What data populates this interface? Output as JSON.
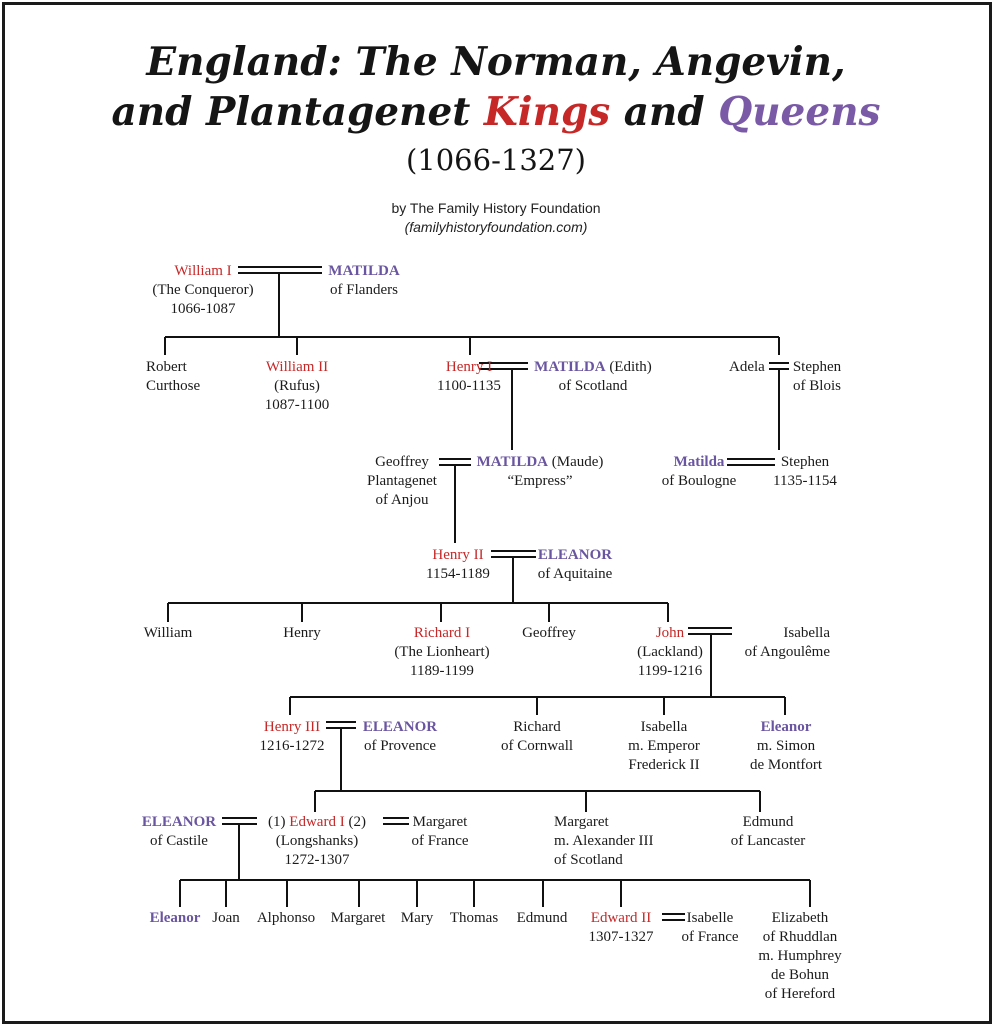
{
  "title": {
    "line1": "England: The Norman, Angevin,",
    "line2_prefix": "and Plantagenet ",
    "line2_kings": "Kings",
    "line2_mid": " and ",
    "line2_queens": "Queens",
    "years": "(1066-1327)"
  },
  "credit": {
    "by": "by The Family History Foundation",
    "site": "(familyhistoryfoundation.com)"
  },
  "colors": {
    "king": "#c62828",
    "queen": "#6a55a0",
    "text": "#1b1b1b"
  },
  "people": {
    "william1": {
      "name": "William I",
      "l2": "(The Conqueror)",
      "l3": "1066-1087"
    },
    "matilda_flanders": {
      "name": "MATILDA",
      "l2": "of Flanders"
    },
    "robert": {
      "l1": "Robert",
      "l2": "Curthose"
    },
    "william2": {
      "name": "William II",
      "l2": "(Rufus)",
      "l3": "1087-1100"
    },
    "henry1": {
      "name": "Henry I",
      "l2": "1100-1135"
    },
    "matilda_scotland": {
      "name": "MATILDA",
      "suffix": " (Edith)",
      "l2": "of Scotland"
    },
    "adela": {
      "l1": "Adela"
    },
    "stephen_blois": {
      "l1": "Stephen",
      "l2": "of Blois"
    },
    "geoffrey_anjou": {
      "l1": "Geoffrey",
      "l2": "Plantagenet",
      "l3": "of Anjou"
    },
    "matilda_empress": {
      "name": "MATILDA",
      "suffix": " (Maude)",
      "l2": "“Empress”"
    },
    "matilda_boulogne": {
      "name": "Matilda",
      "l2": "of Boulogne"
    },
    "stephen": {
      "name": "Stephen",
      "l2": "1135-1154"
    },
    "henry2": {
      "name": "Henry II",
      "l2": "1154-1189"
    },
    "eleanor_aquitaine": {
      "name": "ELEANOR",
      "l2": "of Aquitaine"
    },
    "william_s": {
      "l1": "William"
    },
    "henry_s": {
      "l1": "Henry"
    },
    "richard1": {
      "name": "Richard I",
      "l2": "(The Lionheart)",
      "l3": "1189-1199"
    },
    "geoffrey_s": {
      "l1": "Geoffrey"
    },
    "john": {
      "name": "John",
      "l2": "(Lackland)",
      "l3": "1199-1216"
    },
    "isabella_angouleme": {
      "l1": "Isabella",
      "l2": "of Angoulême"
    },
    "henry3": {
      "name": "Henry III",
      "l2": "1216-1272"
    },
    "eleanor_provence": {
      "name": "ELEANOR",
      "l2": "of Provence"
    },
    "richard_cornwall": {
      "l1": "Richard",
      "l2": "of Cornwall"
    },
    "isabella_d": {
      "l1": "Isabella",
      "l2": "m. Emperor",
      "l3": "Frederick II"
    },
    "eleanor_d": {
      "name": "Eleanor",
      "l2": "m. Simon",
      "l3": "de Montfort"
    },
    "eleanor_castile": {
      "name": "ELEANOR",
      "l2": "of Castile"
    },
    "edward1": {
      "pre": "(1) ",
      "name": "Edward I",
      "post": " (2)",
      "l2": "(Longshanks)",
      "l3": "1272-1307"
    },
    "margaret_france": {
      "l1": "Margaret",
      "l2": "of France"
    },
    "margaret_scot": {
      "l1": "Margaret",
      "l2": "m. Alexander III",
      "l3": "of Scotland"
    },
    "edmund_lancaster": {
      "l1": "Edmund",
      "l2": "of Lancaster"
    },
    "eleanor_e": {
      "name": "Eleanor"
    },
    "joan": {
      "l1": "Joan"
    },
    "alphonso": {
      "l1": "Alphonso"
    },
    "margaret_e": {
      "l1": "Margaret"
    },
    "mary": {
      "l1": "Mary"
    },
    "thomas": {
      "l1": "Thomas"
    },
    "edmund": {
      "l1": "Edmund"
    },
    "edward2": {
      "name": "Edward II",
      "l2": "1307-1327"
    },
    "isabelle_france": {
      "l1": "Isabelle",
      "l2": "of France"
    },
    "elizabeth": {
      "l1": "Elizabeth",
      "l2": "of Rhuddlan",
      "l3": "m. Humphrey",
      "l4": "de Bohun",
      "l5": "of Hereford"
    }
  }
}
